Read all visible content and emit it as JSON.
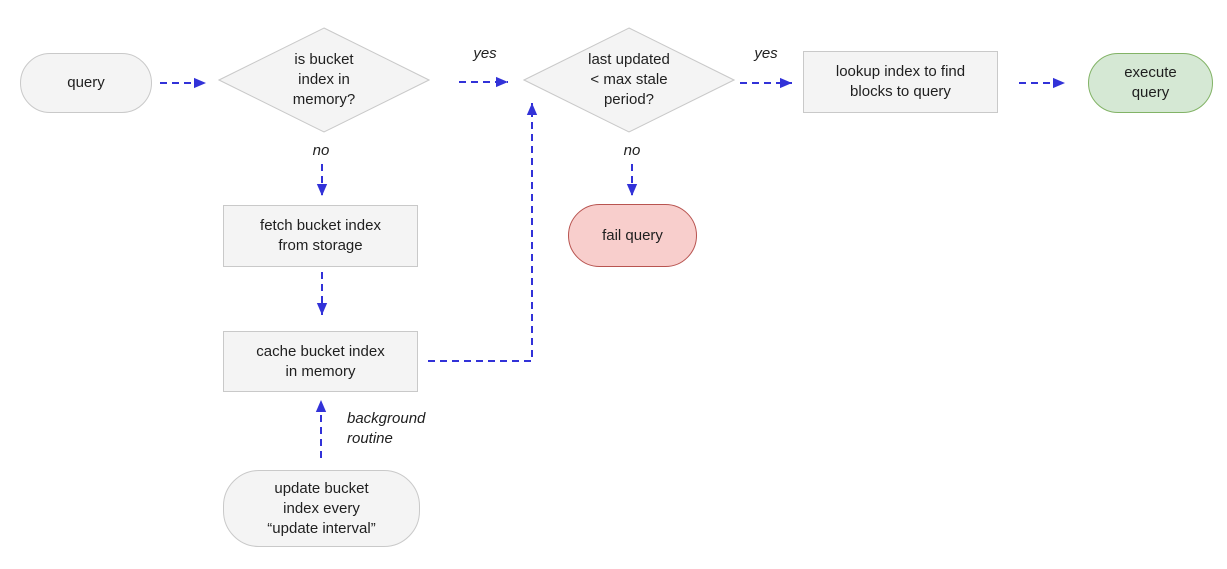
{
  "diagram": {
    "nodes": {
      "query": {
        "label": "query"
      },
      "is_bucket_index_in_memory": {
        "label": "is bucket\nindex in\nmemory?"
      },
      "last_updated_max_stale": {
        "label": "last updated\n< max stale\nperiod?"
      },
      "lookup_index": {
        "label": "lookup index to find\nblocks to query"
      },
      "execute_query": {
        "label": "execute\nquery"
      },
      "fetch_bucket_index": {
        "label": "fetch bucket index\nfrom storage"
      },
      "cache_bucket_index": {
        "label": "cache bucket index\nin memory"
      },
      "fail_query": {
        "label": "fail query"
      },
      "update_bucket_index": {
        "label": "update bucket\nindex every\n“update interval”"
      }
    },
    "edge_labels": {
      "yes_memory": "yes",
      "no_memory": "no",
      "yes_stale": "yes",
      "no_stale": "no",
      "background_routine": "background\nroutine"
    },
    "colors": {
      "arrow": "#3232d8",
      "neutral_fill": "#f4f4f4",
      "neutral_border": "#c9c9c9",
      "success_fill": "#d5e8d4",
      "success_border": "#82b366",
      "danger_fill": "#f8cecc",
      "danger_border": "#b85450",
      "text": "#1f1f1f"
    }
  }
}
